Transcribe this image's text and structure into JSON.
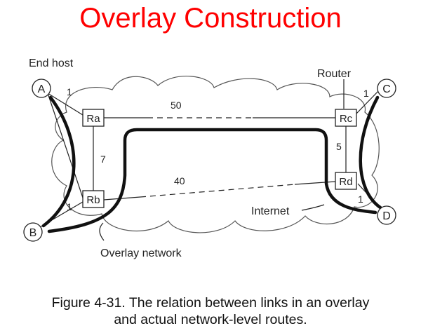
{
  "title": "Overlay Construction",
  "colors": {
    "title": "#ff0000",
    "line": "#111111",
    "text": "#222222",
    "cloud": "#555555"
  },
  "labels": {
    "end_host": "End host",
    "router": "Router",
    "internet": "Internet",
    "overlay_network": "Overlay network"
  },
  "hosts": {
    "a": "A",
    "b": "B",
    "c": "C",
    "d": "D"
  },
  "routers": {
    "ra": "Ra",
    "rb": "Rb",
    "rc": "Rc",
    "rd": "Rd"
  },
  "link_costs": {
    "a_ra": "1",
    "b_rb": "1",
    "c_rc": "1",
    "d_rd": "1",
    "ra_rc": "50",
    "ra_rb": "7",
    "rc_rd": "5",
    "rb_rd": "40"
  },
  "caption": {
    "line1": "Figure 4-31. The relation between links in an overlay",
    "line2": "and actual network-level routes."
  }
}
